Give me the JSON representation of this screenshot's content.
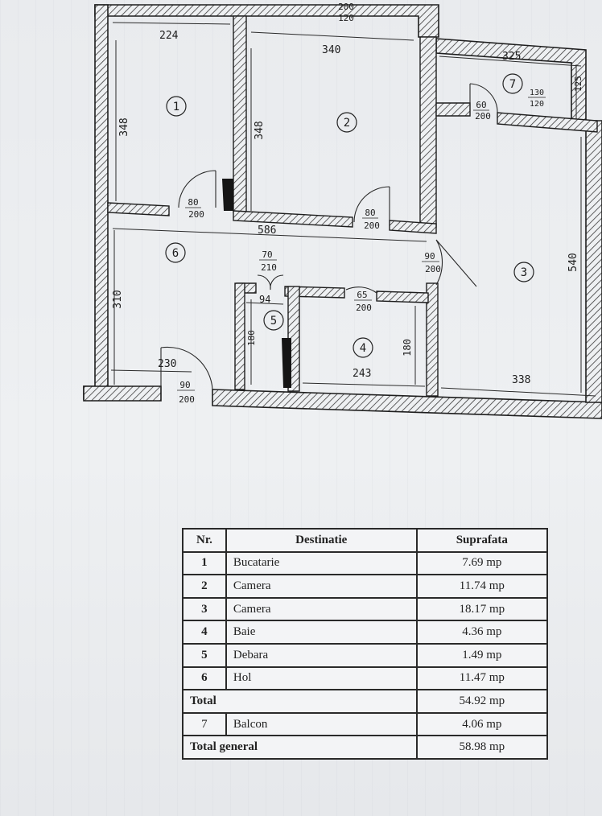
{
  "plan": {
    "rooms": [
      {
        "id": "room-1",
        "label": "1"
      },
      {
        "id": "room-2",
        "label": "2"
      },
      {
        "id": "room-3",
        "label": "3"
      },
      {
        "id": "room-4",
        "label": "4"
      },
      {
        "id": "room-5",
        "label": "5"
      },
      {
        "id": "room-6",
        "label": "6"
      },
      {
        "id": "room-7",
        "label": "7"
      }
    ],
    "dimensions": [
      "224",
      "348",
      "340",
      "348",
      "325",
      "125",
      "586",
      "310",
      "540",
      "230",
      "243",
      "338",
      "180",
      "94",
      "180"
    ],
    "door_labels": [
      {
        "w": "200",
        "h": "120"
      },
      {
        "w": "80",
        "h": "200"
      },
      {
        "w": "80",
        "h": "200"
      },
      {
        "w": "60",
        "h": "200"
      },
      {
        "w": "130",
        "h": "120"
      },
      {
        "w": "90",
        "h": "200"
      },
      {
        "w": "70",
        "h": "210"
      },
      {
        "w": "65",
        "h": "200"
      },
      {
        "w": "90",
        "h": "200"
      }
    ]
  },
  "table": {
    "headers": [
      "Nr.",
      "Destinatie",
      "Suprafata"
    ],
    "rows": [
      {
        "nr": "1",
        "destinatie": "Bucatarie",
        "suprafata": "7.69 mp"
      },
      {
        "nr": "2",
        "destinatie": "Camera",
        "suprafata": "11.74 mp"
      },
      {
        "nr": "3",
        "destinatie": "Camera",
        "suprafata": "18.17 mp"
      },
      {
        "nr": "4",
        "destinatie": "Baie",
        "suprafata": "4.36 mp"
      },
      {
        "nr": "5",
        "destinatie": "Debara",
        "suprafata": "1.49 mp"
      },
      {
        "nr": "6",
        "destinatie": "Hol",
        "suprafata": "11.47 mp"
      }
    ],
    "total": {
      "label": "Total",
      "suprafata": "54.92 mp"
    },
    "balcon": {
      "nr": "7",
      "destinatie": "Balcon",
      "suprafata": "4.06 mp"
    },
    "total_general": {
      "label": "Total general",
      "suprafata": "58.98 mp"
    }
  }
}
